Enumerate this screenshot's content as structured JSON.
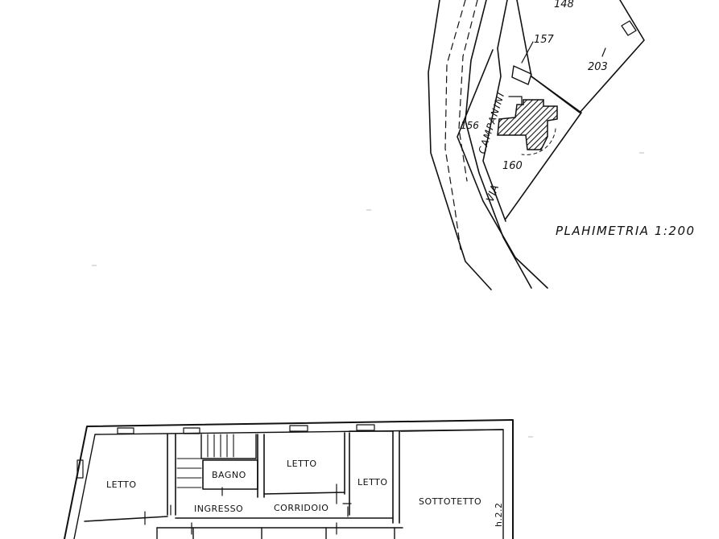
{
  "site_plan": {
    "title": "PLAHIMETRIA 1:200",
    "street_via": "VIA",
    "street_name": "CAMPANINI",
    "parcels": [
      "148",
      "157",
      "203",
      "156",
      "160"
    ]
  },
  "floor_plan": {
    "rooms": {
      "letto_1": "LETTO",
      "bagno": "BAGNO",
      "letto_2": "LETTO",
      "letto_3": "LETTO",
      "sottotetto": "SOTTOTETTO",
      "ingresso": "INGRESSO",
      "corridoio": "CORRIDOIO"
    },
    "height_note": "h.2.2"
  }
}
